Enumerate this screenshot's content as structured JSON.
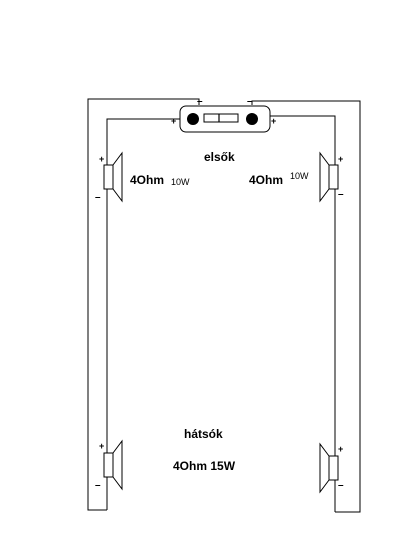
{
  "labels": {
    "front_title": "elsők",
    "rear_title": "hátsók",
    "front_left_impedance": "4Ohm",
    "front_left_power": "10W",
    "front_right_impedance": "4Ohm",
    "front_right_power": "10W",
    "rear_spec": "4Ohm 15W"
  },
  "amplifier": {
    "terminal_minus_left": "–",
    "terminal_minus_right": "–",
    "terminal_plus_left": "+",
    "terminal_plus_right": "+"
  },
  "speakers": {
    "front_left": {
      "plus": "+",
      "minus": "–"
    },
    "front_right": {
      "plus": "+",
      "minus": "–"
    },
    "rear_left": {
      "plus": "+",
      "minus": "–"
    },
    "rear_right": {
      "plus": "+",
      "minus": "–"
    }
  }
}
